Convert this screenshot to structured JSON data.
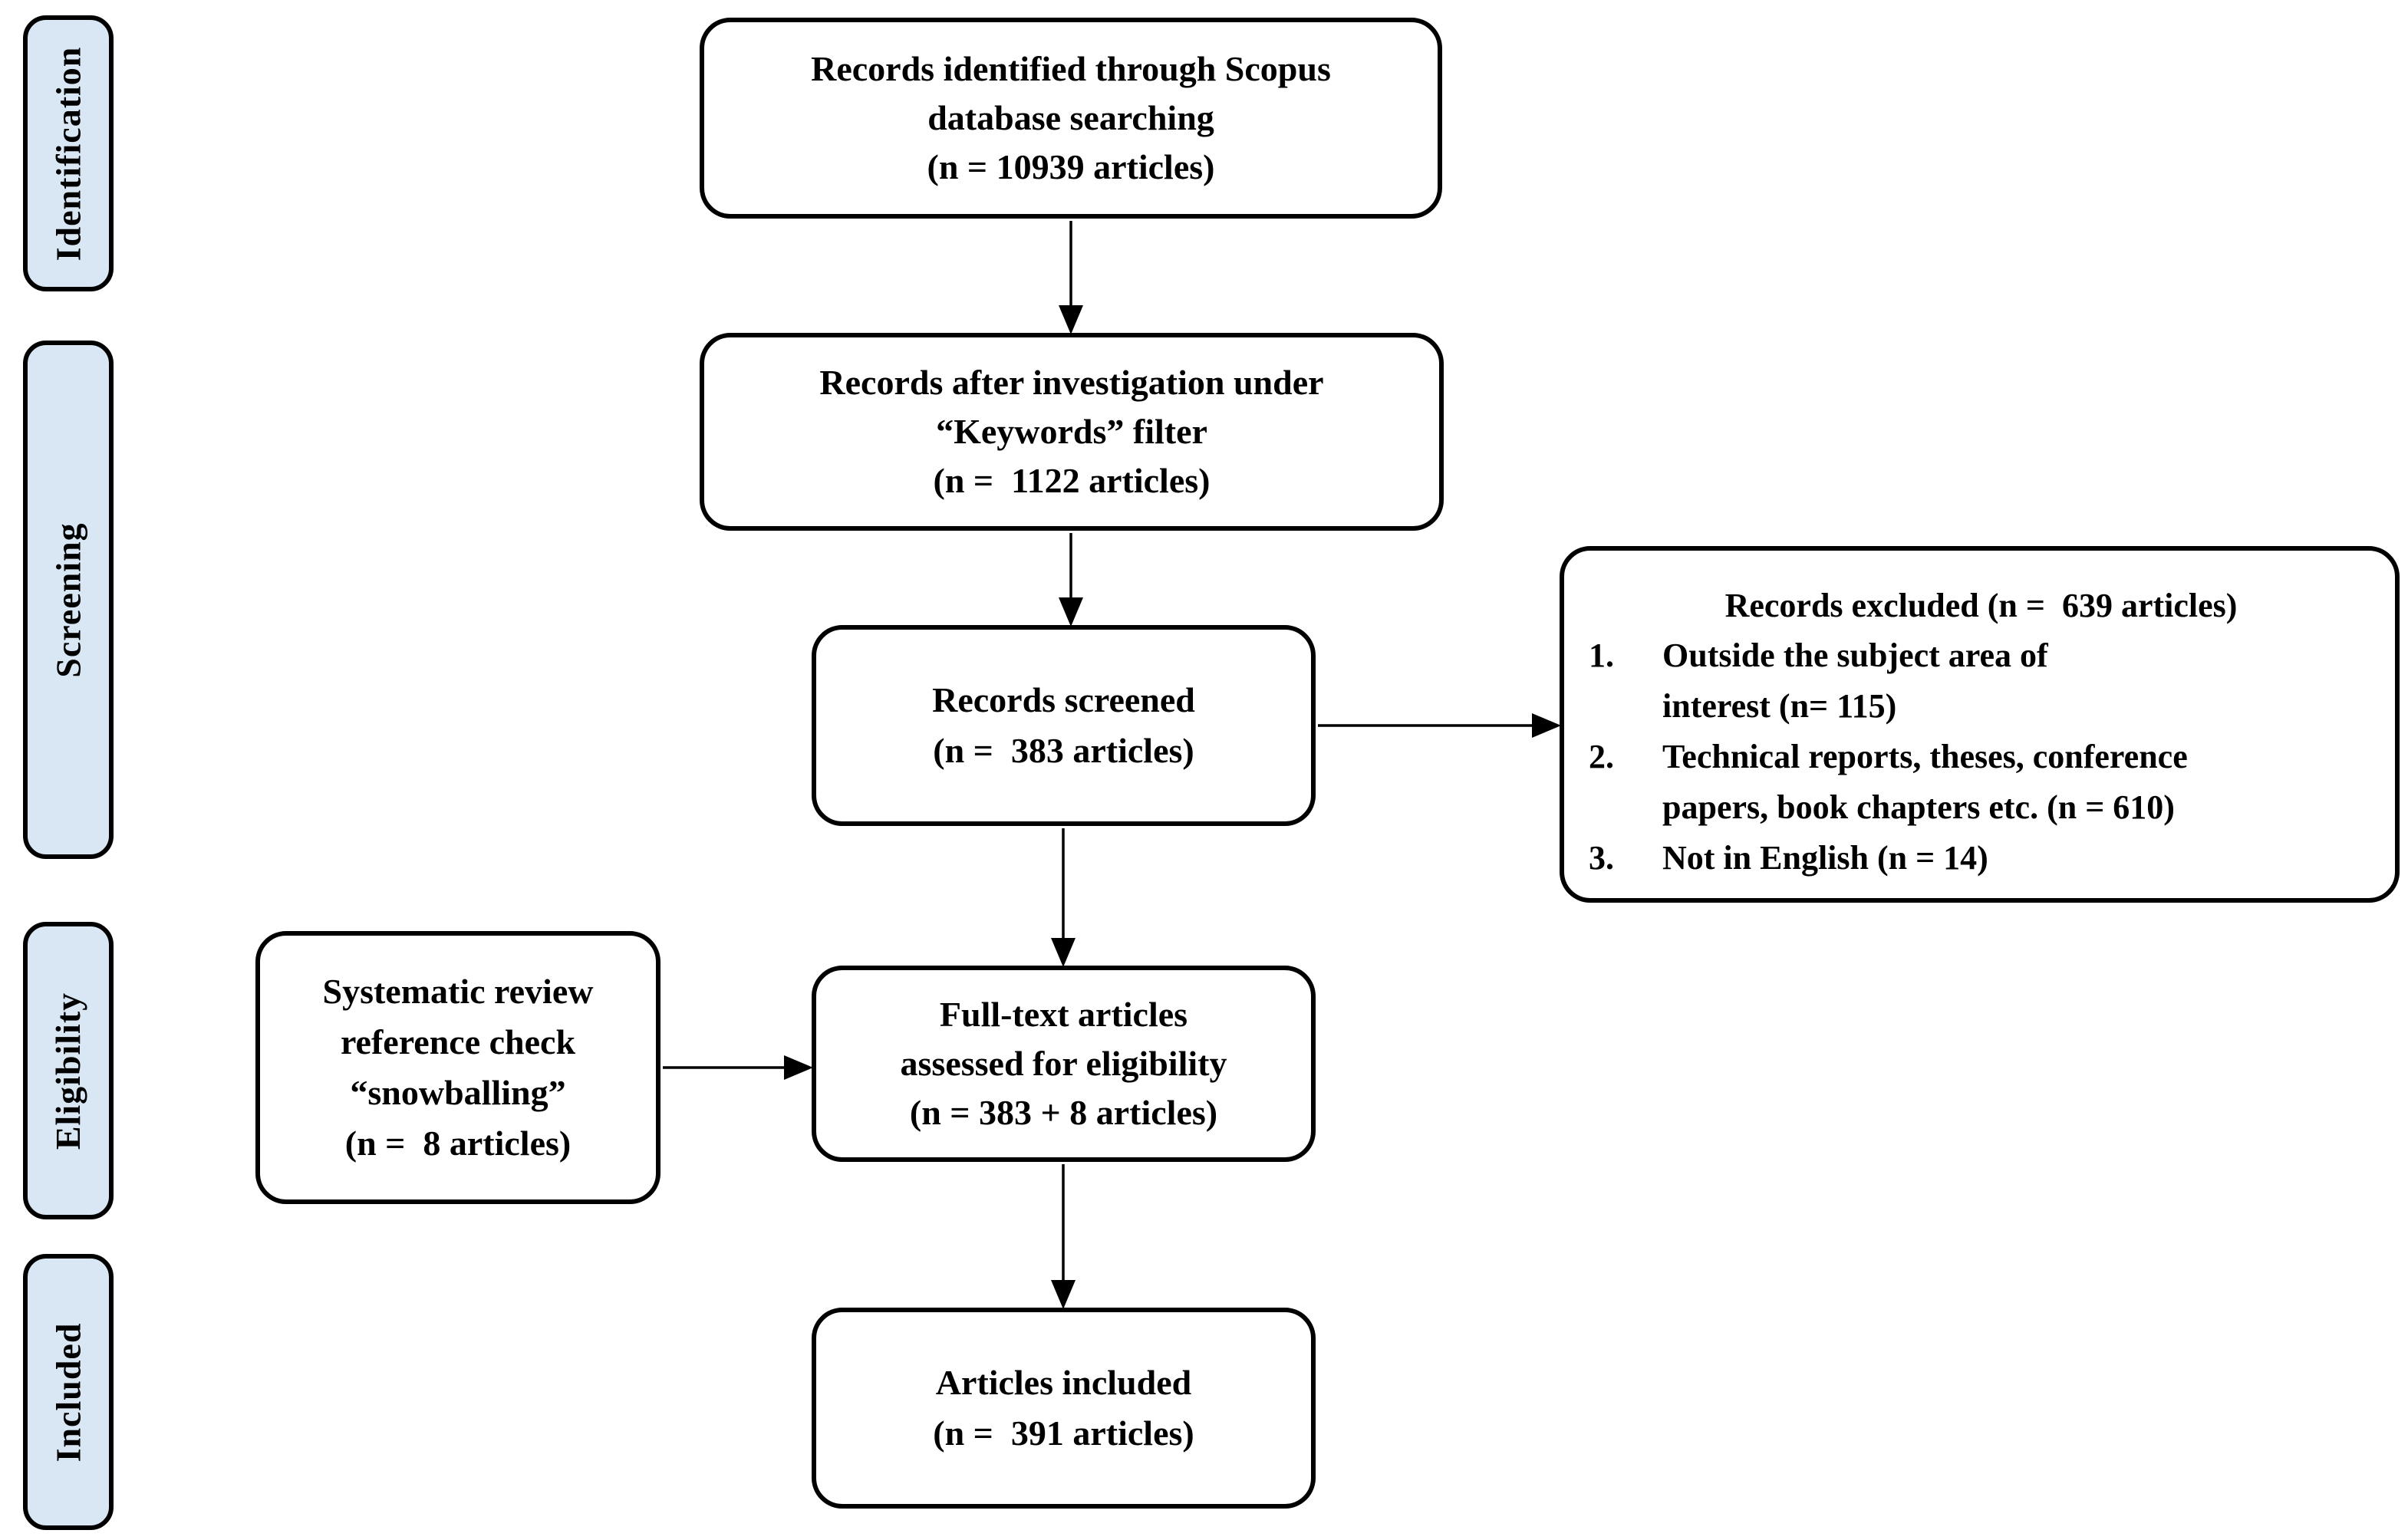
{
  "sidebar": {
    "phases": [
      {
        "label": "Identification"
      },
      {
        "label": "Screening"
      },
      {
        "label": "Eligibility"
      },
      {
        "label": "Included"
      }
    ]
  },
  "flow": {
    "identified": {
      "lines": [
        "Records identified through Scopus",
        "database searching",
        "(n = 10939 articles)"
      ]
    },
    "keywords": {
      "lines": [
        "Records after investigation under",
        "“Keywords” filter",
        "(n =  1122 articles)"
      ]
    },
    "screened": {
      "lines": [
        "Records screened",
        "(n =  383 articles)"
      ]
    },
    "excluded": {
      "title": "Records excluded (n =  639 articles)",
      "items": [
        {
          "number": "1.",
          "lines": [
            "Outside the subject area of",
            "interest (n= 115)"
          ]
        },
        {
          "number": "2.",
          "lines": [
            "Technical reports, theses, conference",
            "papers, book chapters etc. (n = 610)"
          ]
        },
        {
          "number": "3.",
          "lines": [
            "Not in English (n = 14)"
          ]
        }
      ]
    },
    "snowballing": {
      "lines": [
        "Systematic review",
        "reference check",
        "“snowballing”",
        "(n =  8 articles)"
      ]
    },
    "fulltext": {
      "lines": [
        "Full-text articles",
        "assessed for eligibility",
        "(n = 383 + 8 articles)"
      ]
    },
    "included_articles": {
      "lines": [
        "Articles included",
        "(n =  391 articles)"
      ]
    }
  },
  "colors": {
    "phase_fill": "#d9e7f5",
    "box_fill": "#ffffff",
    "border": "#000000",
    "text": "#000000",
    "background": "#ffffff"
  }
}
